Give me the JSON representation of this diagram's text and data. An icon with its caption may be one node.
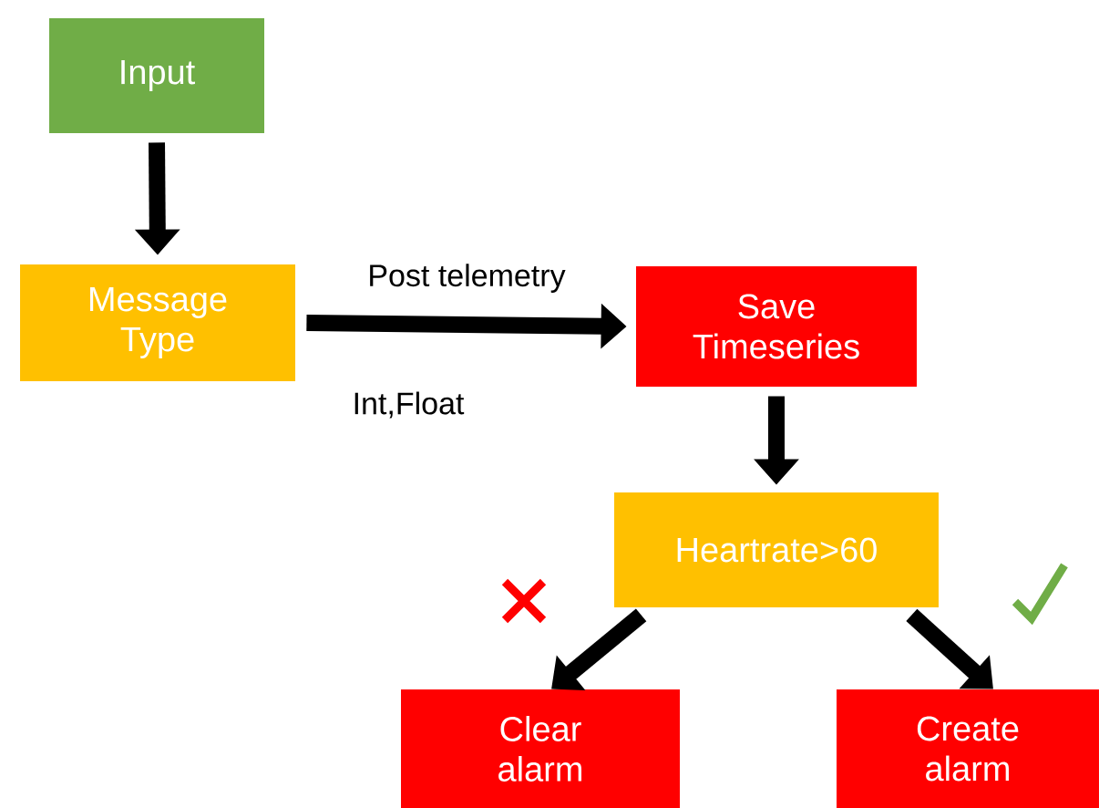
{
  "diagram": {
    "nodes": [
      {
        "text": [
          "Input"
        ]
      },
      {
        "text": [
          "Message Type"
        ]
      },
      {
        "text": [
          "Save Timeseries"
        ]
      },
      {
        "text": [
          "Heartrate>60"
        ]
      },
      {
        "text": [
          "Clear alarm"
        ]
      },
      {
        "text": [
          "Create alarm"
        ]
      }
    ],
    "edges": [
      {
        "from": 0,
        "to": 1,
        "arrow": "to"
      },
      {
        "from": 1,
        "to": 2,
        "arrow": "to",
        "label": "Post telemetry"
      },
      {
        "from": 2,
        "to": 3,
        "arrow": "to"
      },
      {
        "from": 3,
        "to": 4,
        "arrow": "to"
      },
      {
        "from": 3,
        "to": 5,
        "arrow": "to"
      }
    ],
    "labels": [
      "Int,Float"
    ]
  }
}
